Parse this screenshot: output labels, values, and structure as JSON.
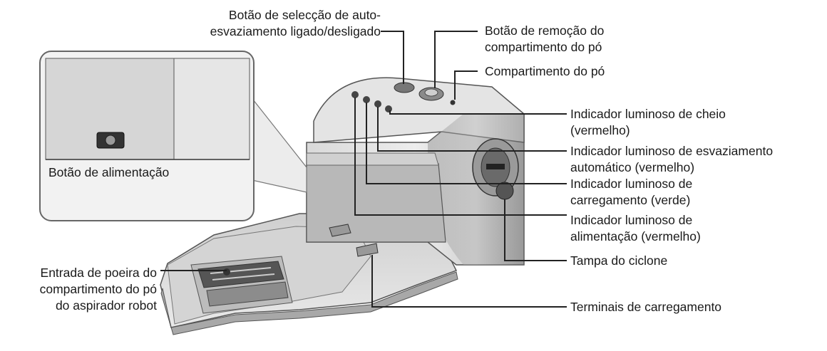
{
  "labels": {
    "auto_empty_button": [
      "Botão de selecção de auto-",
      "esvaziamento ligado/desligado"
    ],
    "dust_bin_release": [
      "Botão de remoção do",
      "compartimento do pó"
    ],
    "dust_bin": "Compartimento do pó",
    "full_indicator": [
      "Indicador luminoso de cheio",
      "(vermelho)"
    ],
    "auto_empty_indicator": [
      "Indicador luminoso de esvaziamento",
      "automático (vermelho)"
    ],
    "charging_indicator": [
      "Indicador luminoso de",
      "carregamento (verde)"
    ],
    "power_indicator": [
      "Indicador luminoso de",
      "alimentação (vermelho)"
    ],
    "cyclone_cover": "Tampa do ciclone",
    "charging_terminals": "Terminais de carregamento",
    "dust_inlet": [
      "Entrada de poeira do",
      "compartimento do pó",
      "do aspirador robot"
    ],
    "power_button": "Botão de alimentação"
  }
}
